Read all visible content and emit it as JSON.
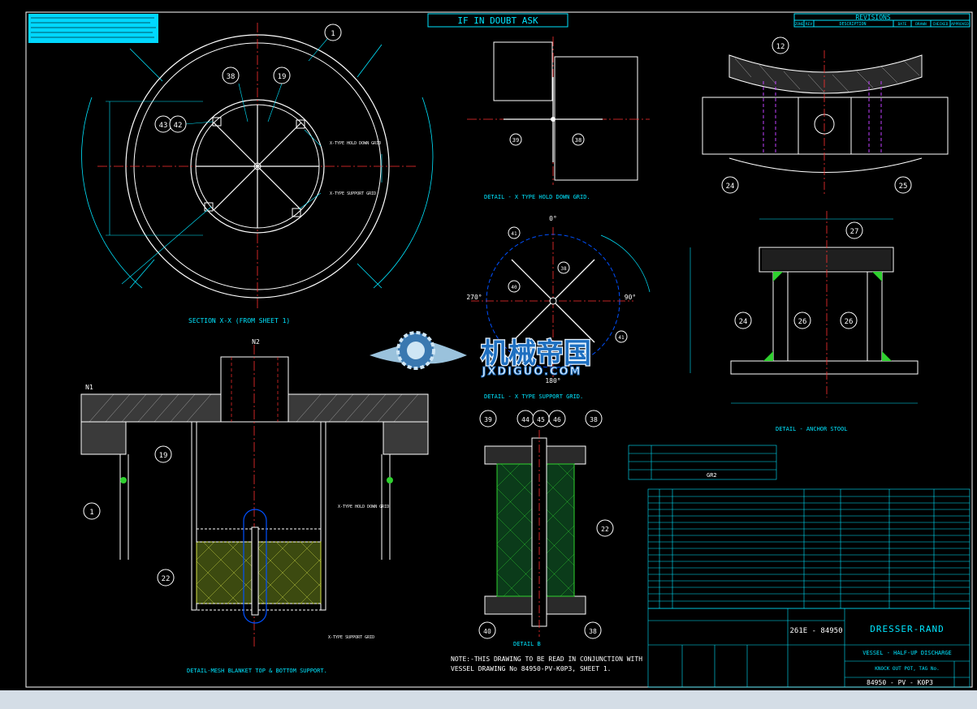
{
  "banner": "IF IN DOUBT ASK",
  "revisions": {
    "title": "REVISIONS",
    "headers": [
      "ZONE",
      "REV",
      "DESCRIPTION",
      "DATE",
      "DRAWN",
      "CHECKED",
      "APPROVED"
    ]
  },
  "views": {
    "section_xx": "SECTION X-X (FROM SHEET 1)",
    "detail_hold_down": "DETAIL - X TYPE HOLD DOWN GRID.",
    "detail_support": "DETAIL - X TYPE SUPPORT GRID.",
    "detail_anchor": "DETAIL - ANCHOR STOOL",
    "detail_mesh": "DETAIL-MESH BLANKET TOP & BOTTOM SUPPORT.",
    "detail_b": "DETAIL B"
  },
  "angles": {
    "top": "0°",
    "left": "270°",
    "right": "90°",
    "bottom": "180°"
  },
  "nozzles": {
    "n1": "N1",
    "n2": "N2"
  },
  "balloons": {
    "b1": "1",
    "b38": "38",
    "b19": "19",
    "b43": "43",
    "b42": "42",
    "b39": "39",
    "b12": "12",
    "b24": "24",
    "b25": "25",
    "b27": "27",
    "b26": "26",
    "b41": "41",
    "b40": "40",
    "b22": "22",
    "b44": "44",
    "b45": "45",
    "b46": "46"
  },
  "notes": {
    "grid_x_support": "X-TYPE SUPPORT GRID",
    "grid_x_hold": "X-TYPE HOLD DOWN GRID",
    "note_main_1": "NOTE:-THIS DRAWING TO BE READ IN CONJUNCTION WITH",
    "note_main_2": "VESSEL DRAWING No 84950-PV-K0P3, SHEET 1."
  },
  "title_block": {
    "company": "DRESSER-RAND",
    "title_1": "VESSEL - HALF-UP DISCHARGE",
    "title_2": "KNOCK OUT POT, TAG No.",
    "dwg_no": "84950 - PV - K0P3",
    "job_no": "261E - 84950",
    "client_ref": "GR2"
  },
  "watermark": {
    "cn": "机械帝国",
    "en": "JXDIGUO.COM"
  },
  "colors": {
    "bg": "#000000",
    "cyan": "#00e5ff",
    "white": "#ffffff",
    "red": "#ff3030",
    "green": "#2fd12f",
    "mesh": "#d8e34a",
    "yellow": "#ffff00",
    "magenta": "#ff40ff"
  }
}
